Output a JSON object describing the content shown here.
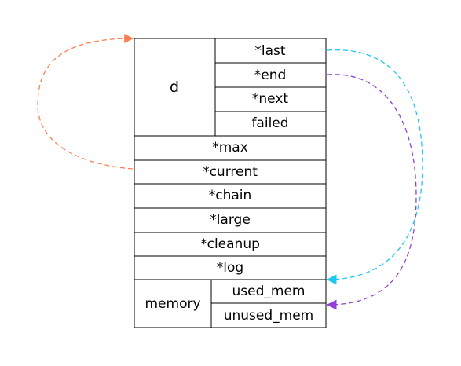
{
  "struct": {
    "d_label": "d",
    "d_fields": [
      "*last",
      "*end",
      "*next",
      "failed"
    ],
    "fields": [
      "*max",
      "*current",
      "*chain",
      "*large",
      "*cleanup",
      "*log"
    ],
    "memory_label": "memory",
    "memory_fields": [
      "used_mem",
      "unused_mem"
    ]
  },
  "arrows": [
    {
      "from": "*current",
      "to": "d",
      "color": "#ff7f50"
    },
    {
      "from": "*last",
      "to": "used_mem",
      "color": "#1ec8f0"
    },
    {
      "from": "*end",
      "to": "unused_mem",
      "color": "#9040d8"
    }
  ]
}
